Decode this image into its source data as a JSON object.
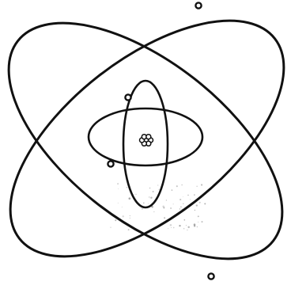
{
  "figure": {
    "subject": "atom",
    "ink_color": "#111111",
    "background_color": "#ffffff",
    "smudge_color": "#9a9a9a",
    "orbits": [
      {
        "name": "outer-orbit-rising"
      },
      {
        "name": "outer-orbit-falling"
      },
      {
        "name": "inner-orbit-vertical"
      },
      {
        "name": "inner-orbit-horizontal"
      }
    ],
    "electrons": [
      {
        "name": "electron-top-right"
      },
      {
        "name": "electron-bottom-right"
      },
      {
        "name": "electron-inner-top"
      },
      {
        "name": "electron-inner-left"
      }
    ],
    "nucleus": {
      "name": "nucleus",
      "particle_count": 7
    }
  }
}
